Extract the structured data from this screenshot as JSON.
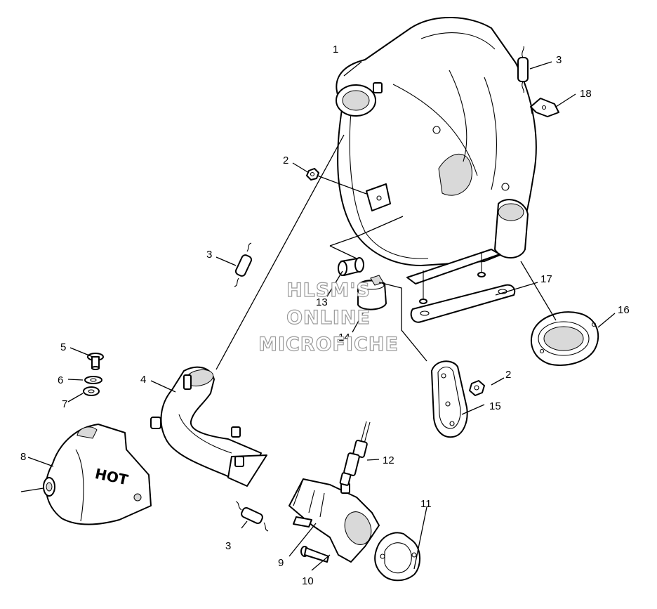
{
  "watermark": {
    "line1": "HLSM'S",
    "line2": "ONLINE",
    "line3": "MICROFICHE"
  },
  "heat_shield_text": "HOT",
  "callouts": {
    "c1": "1",
    "c2a": "2",
    "c2b": "2",
    "c3a": "3",
    "c3b": "3",
    "c3c": "3",
    "c4": "4",
    "c5": "5",
    "c6": "6",
    "c7": "7",
    "c8": "8",
    "c9": "9",
    "c10": "10",
    "c11": "11",
    "c12": "12",
    "c13": "13",
    "c14": "14",
    "c15": "15",
    "c16": "16",
    "c17": "17",
    "c18": "18"
  }
}
